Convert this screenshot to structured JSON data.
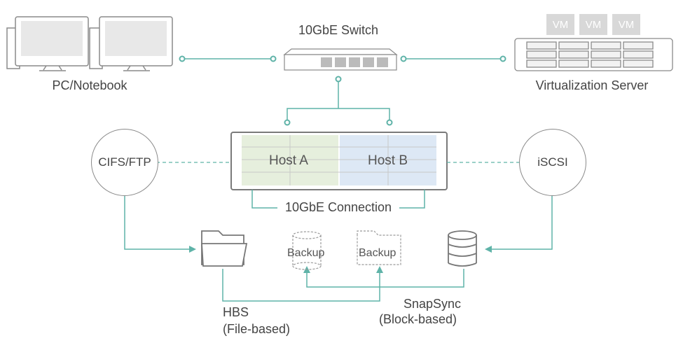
{
  "colors": {
    "accent": "#5fb3a8",
    "line_gray": "#8a8a8a",
    "host_a_fill": "#e6efdd",
    "host_b_fill": "#dde8f5"
  },
  "nodes": {
    "pc": {
      "label": "PC/Notebook"
    },
    "switch": {
      "label": "10GbE Switch"
    },
    "server": {
      "label": "Virtualization Server",
      "vms": [
        "VM",
        "VM",
        "VM"
      ]
    },
    "nas": {
      "host_a": "Host A",
      "host_b": "Host B",
      "connection_label": "10GbE Connection"
    },
    "cifs": {
      "label": "CIFS/FTP"
    },
    "iscsi": {
      "label": "iSCSI"
    },
    "backup_file": {
      "label": "Backup"
    },
    "backup_block": {
      "label": "Backup"
    }
  },
  "captions": {
    "hbs": [
      "HBS",
      "(File-based)"
    ],
    "snapsync": [
      "SnapSync",
      "(Block-based)"
    ]
  }
}
